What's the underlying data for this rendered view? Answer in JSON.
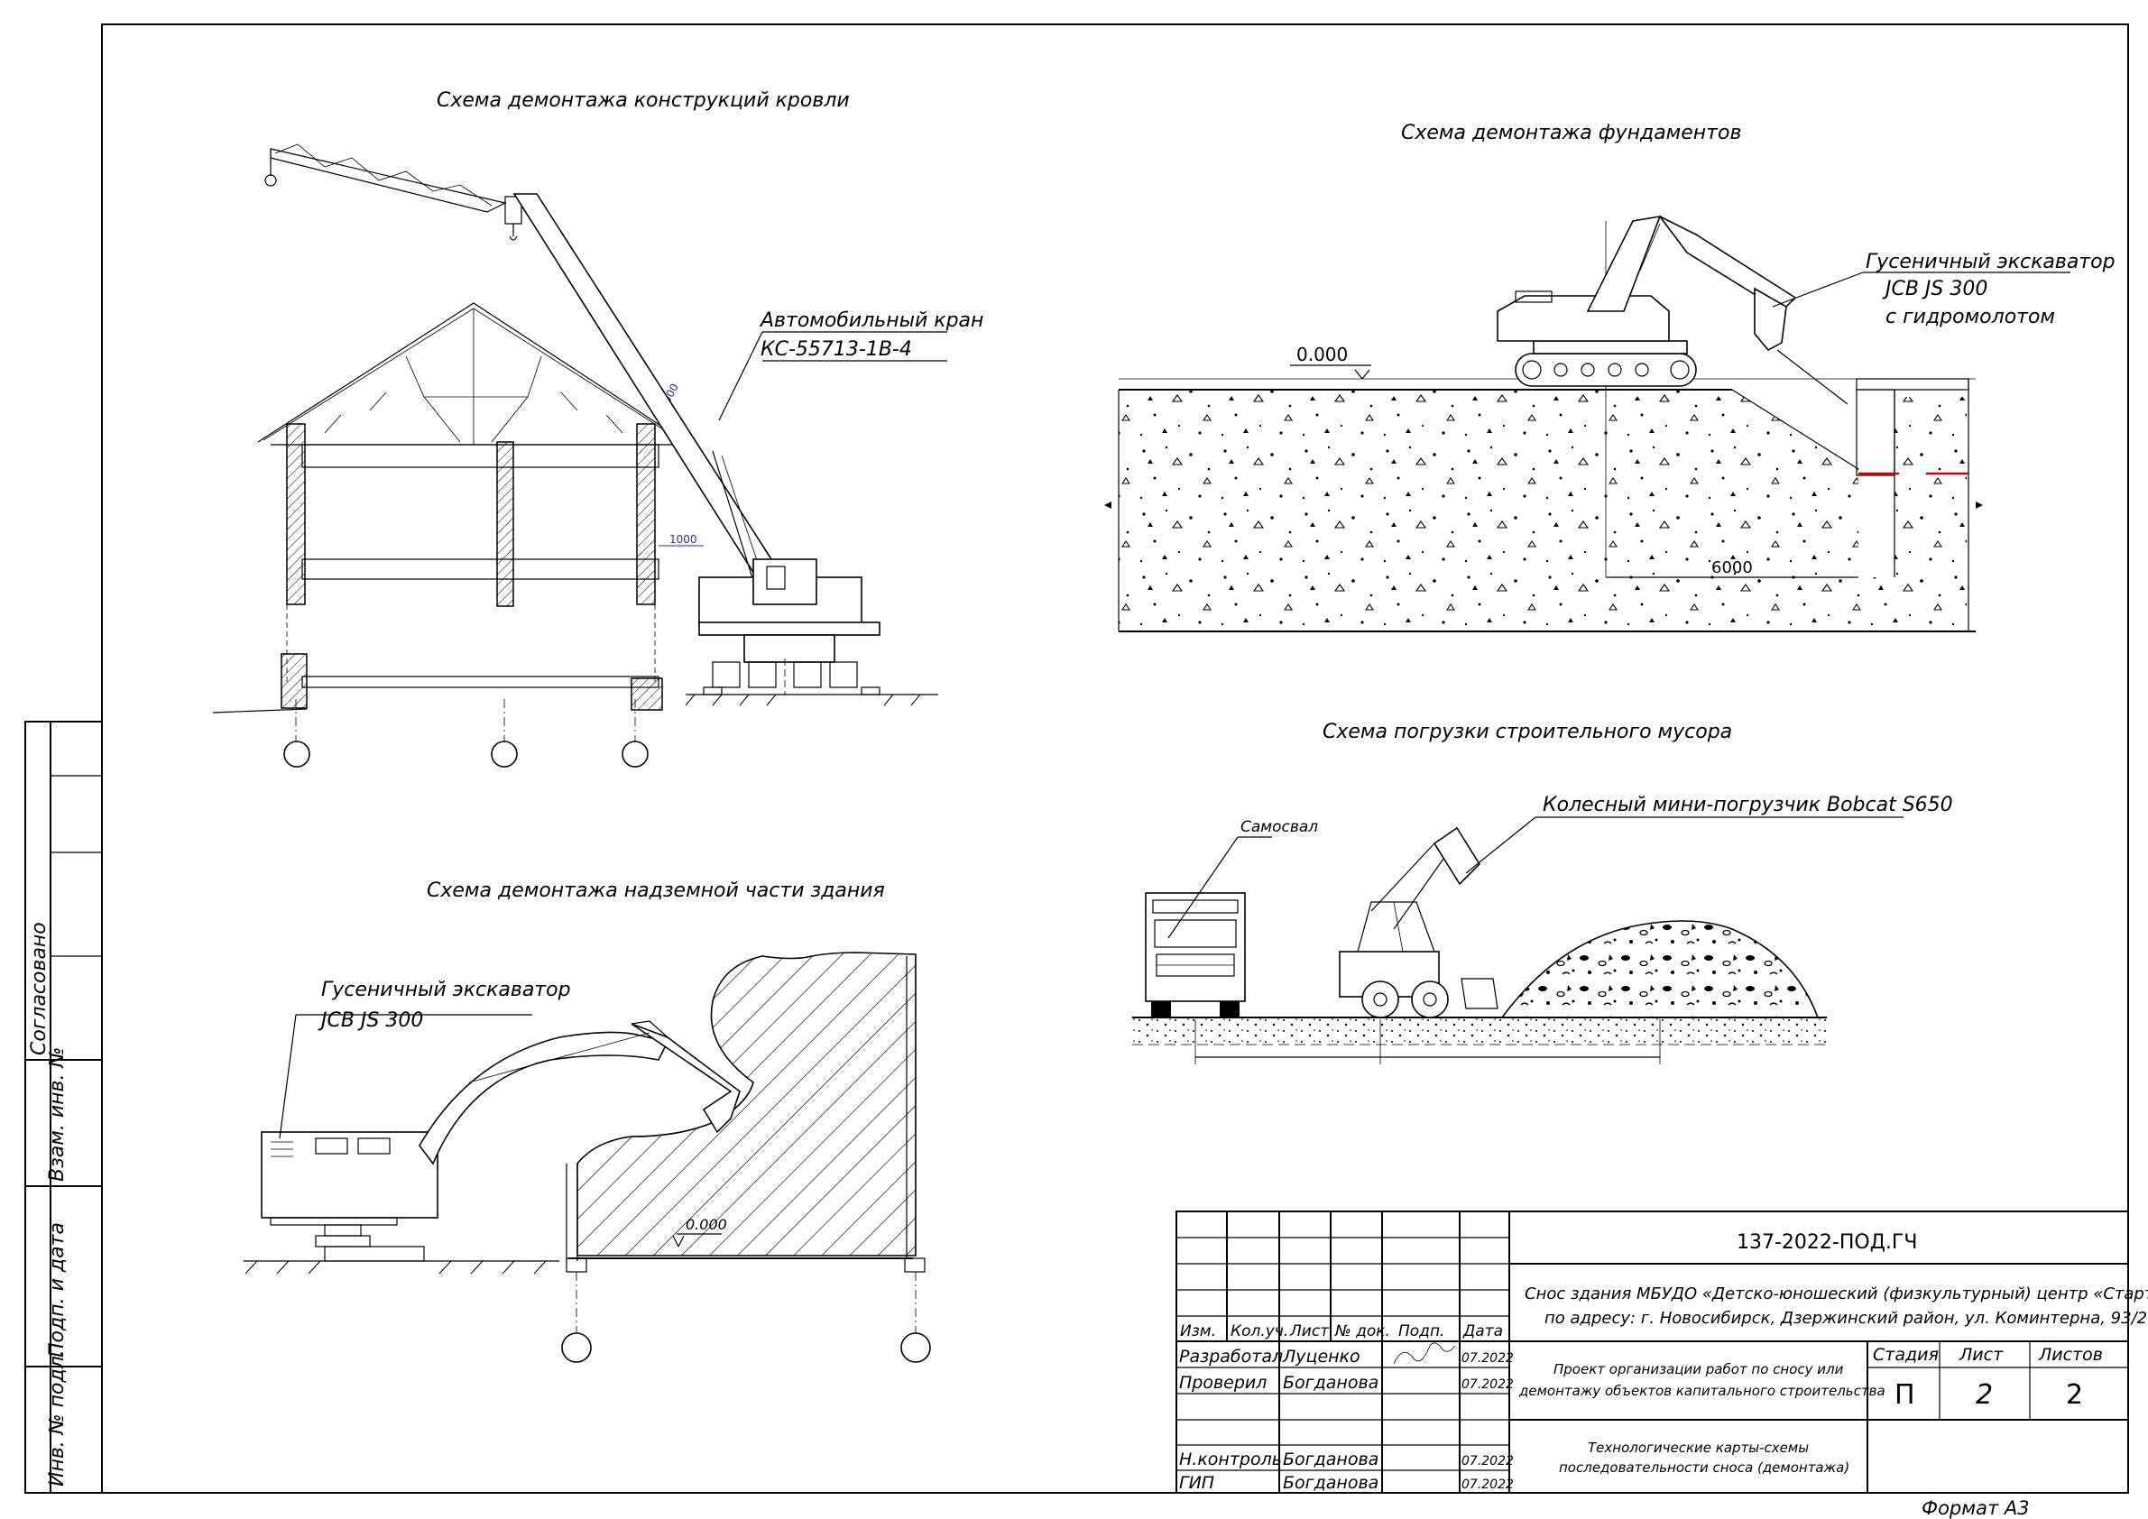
{
  "titles": {
    "roof": "Схема демонтажа конструкций кровли",
    "foundations": "Схема демонтажа фундаментов",
    "debris": "Схема погрузки строительного мусора",
    "above_ground": "Схема демонтажа надземной части здания"
  },
  "callouts": {
    "crane": [
      "Автомобильный кран",
      "КС-55713-1В-4"
    ],
    "excavator_hammer": [
      "Гусеничный экскаватор",
      "JCB JS 300",
      "с гидромолотом"
    ],
    "dump_truck": "Самосвал",
    "loader": "Колесный мини-погрузчик Bobcat S650",
    "excavator": [
      "Гусеничный экскаватор",
      "JCB JS 300"
    ]
  },
  "dims": {
    "crane_6000": "6000",
    "crane_1000": "1000",
    "level_top": "0.000",
    "pit_width": "6000",
    "level_bottom": "0.000"
  },
  "left_strip": {
    "agreed": "Согласовано",
    "inv_replace": "Взам. инв. №",
    "sign_date": "Подп. и дата",
    "inv_orig": "Инв. № подл."
  },
  "title_block": {
    "code": "137-2022-ПОД.ГЧ",
    "project_line1": "Снос здания МБУДО «Детско-юношеский (физкультурный) центр «Старт»",
    "project_line2": "по адресу: г. Новосибирск, Дзержинский район, ул. Коминтерна, 93/2",
    "headers": [
      "Изм.",
      "Кол.уч.",
      "Лист",
      "№ док.",
      "Подп.",
      "Дата"
    ],
    "rows": [
      {
        "role": "Разработал",
        "name": "Луценко",
        "date": "07.2022"
      },
      {
        "role": "Проверил",
        "name": "Богданова",
        "date": "07.2022"
      },
      {
        "role": "Н.контроль",
        "name": "Богданова",
        "date": "07.2022"
      },
      {
        "role": "ГИП",
        "name": "Богданова",
        "date": "07.2022"
      }
    ],
    "doc_line1": "Проект организации работ по сносу или",
    "doc_line2": "демонтажу объектов капитального строительства",
    "sheet_line1": "Технологические карты-схемы",
    "sheet_line2": "последовательности сноса (демонтажа)",
    "stage_label": "Стадия",
    "sheet_label": "Лист",
    "sheets_label": "Листов",
    "stage": "П",
    "sheet": "2",
    "sheets": "2",
    "format": "Формат    А3"
  }
}
